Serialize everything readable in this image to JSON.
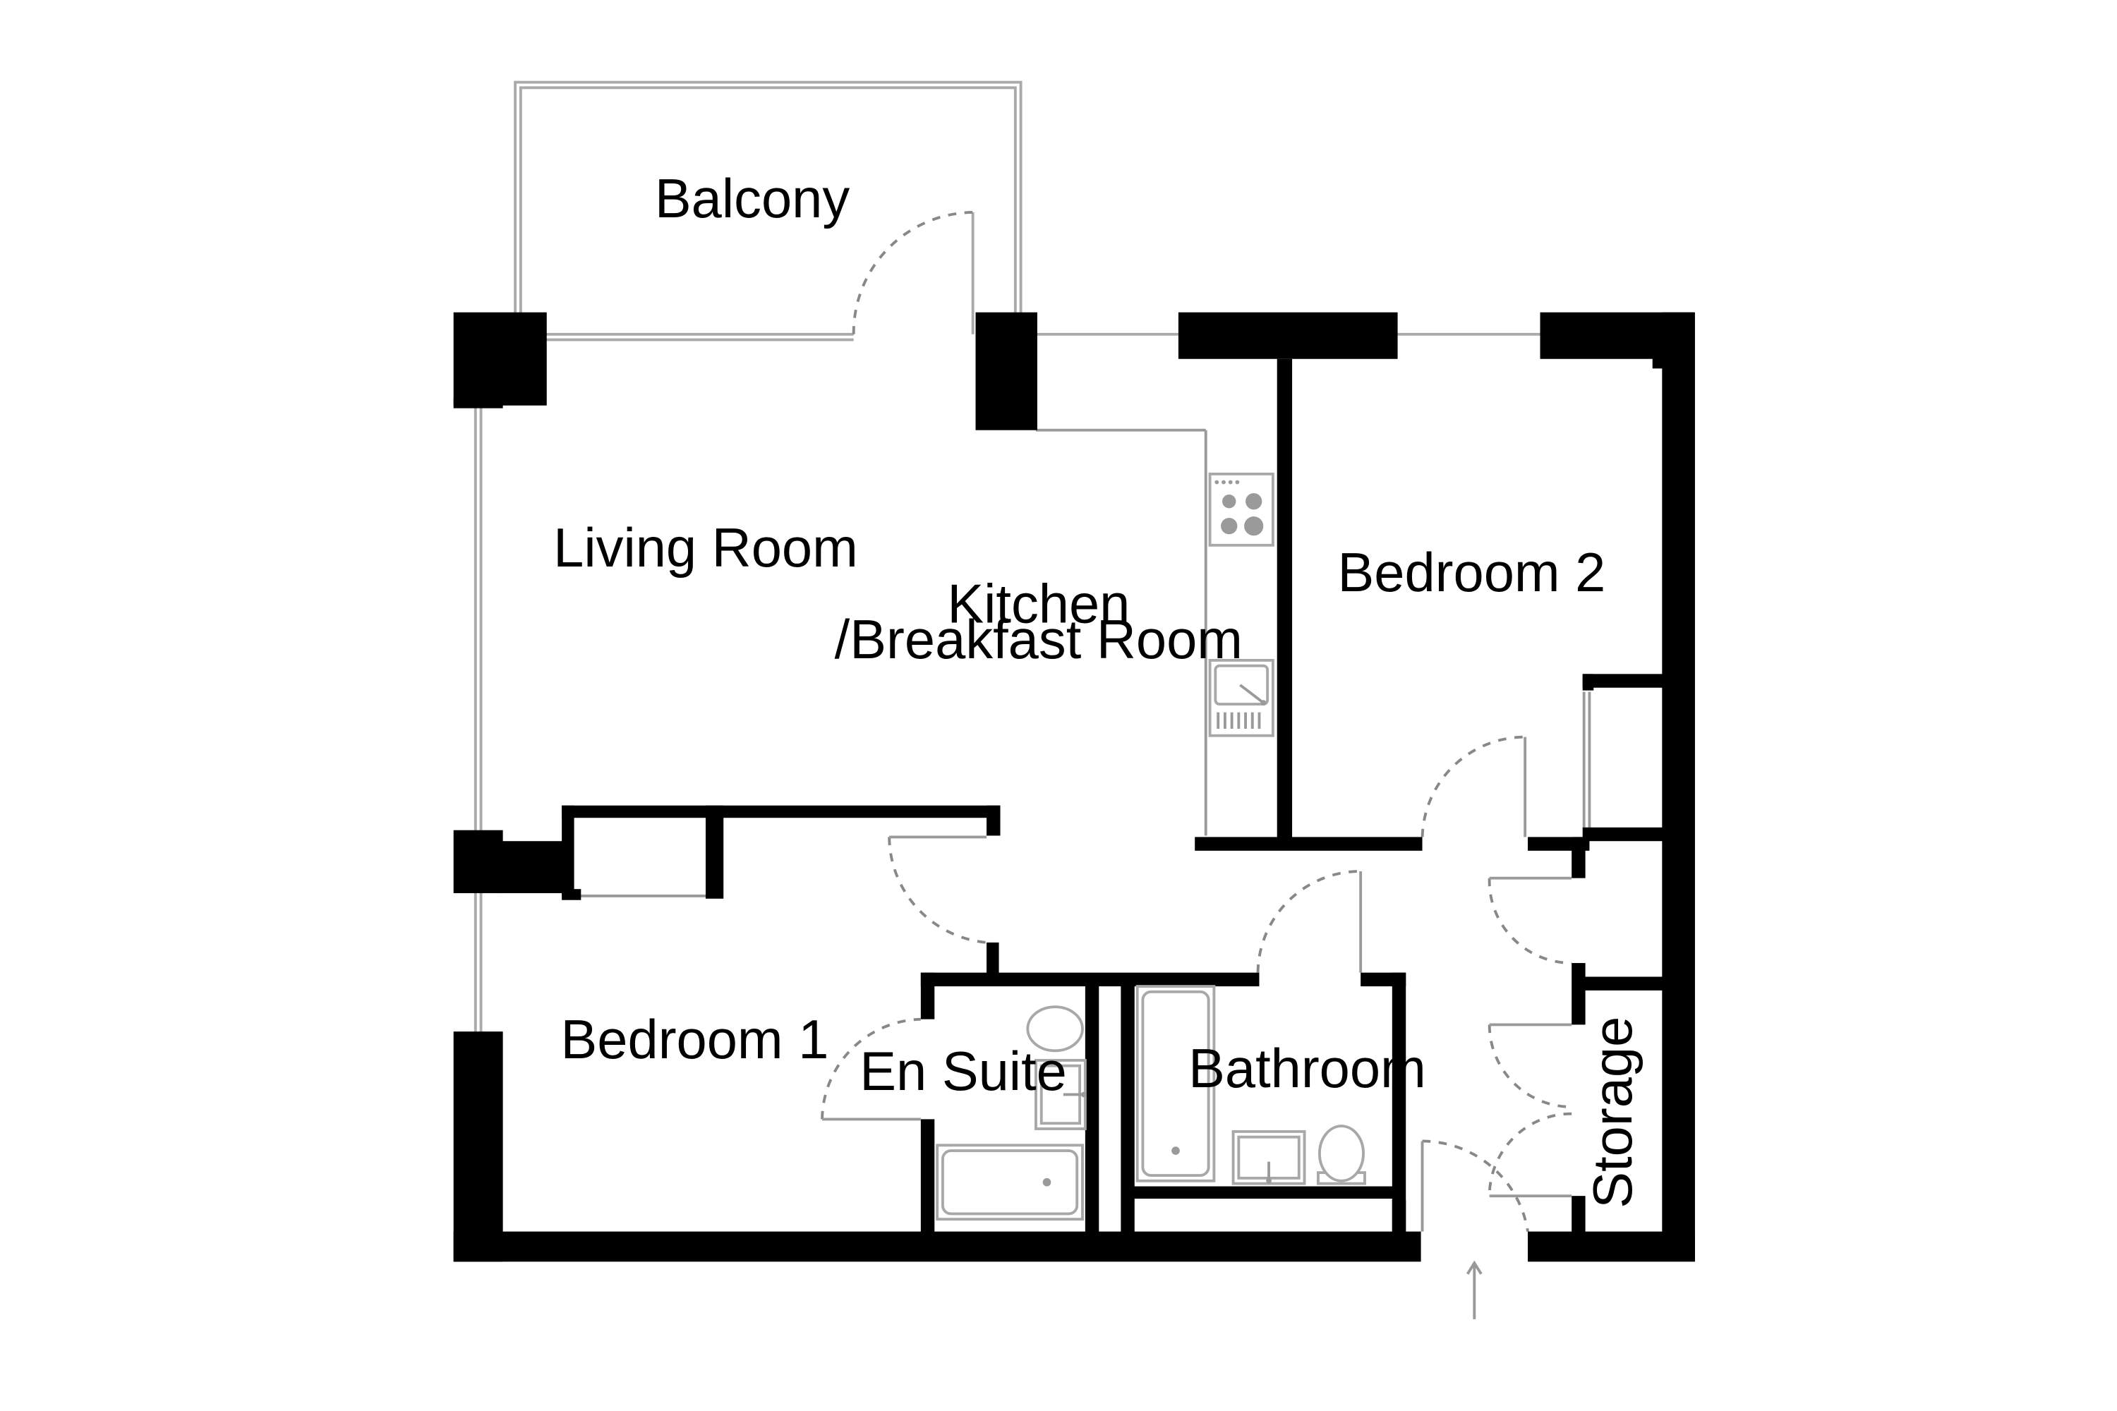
{
  "rooms": {
    "balcony": "Balcony",
    "living_room": "Living Room",
    "kitchen_line1": "Kitchen",
    "kitchen_line2": "/Breakfast Room",
    "bedroom_2": "Bedroom 2",
    "bedroom_1": "Bedroom 1",
    "en_suite": "En Suite",
    "bathroom": "Bathroom",
    "storage": "Storage"
  },
  "colors": {
    "wall": "#000000",
    "fixture_outline": "#a8a8a8",
    "background": "#ffffff"
  }
}
